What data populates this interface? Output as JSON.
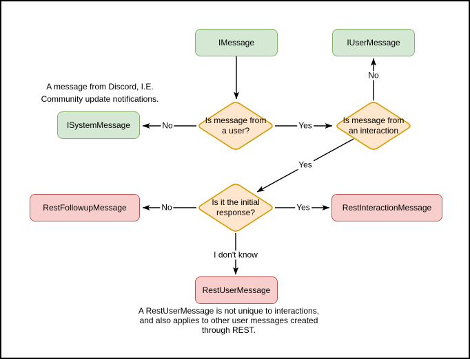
{
  "palette": {
    "canvas-bg": "#ffffff",
    "canvas-border": "#000000",
    "line": "#000000",
    "text": "#000000",
    "green-fill": "#d5e8d4",
    "green-stroke": "#82b366",
    "orange-fill": "#ffe6cc",
    "orange-stroke": "#d79b00",
    "red-fill": "#f8cecc",
    "red-stroke": "#b85450"
  },
  "nodes": {
    "imessage": {
      "label": "IMessage"
    },
    "iusermessage": {
      "label": "IUserMessage"
    },
    "isystemmessage": {
      "label": "ISystemMessage"
    },
    "check_user": {
      "label": "Is message from\na user?"
    },
    "check_interaction": {
      "label": "Is message from\nan interaction"
    },
    "check_initial": {
      "label": "Is it the initial\nresponse?"
    },
    "restfollowupmessage": {
      "label": "RestFollowupMessage"
    },
    "restinteractionmessage": {
      "label": "RestInteractionMessage"
    },
    "restusermessage": {
      "label": "RestUserMessage"
    }
  },
  "edges": {
    "user_no": {
      "label": "No"
    },
    "user_yes": {
      "label": "Yes"
    },
    "interaction_no": {
      "label": "No"
    },
    "interaction_yes": {
      "label": "Yes"
    },
    "initial_no": {
      "label": "No"
    },
    "initial_yes": {
      "label": "Yes"
    },
    "initial_unknown": {
      "label": "I don't know"
    }
  },
  "annotations": {
    "system_note": "A message from Discord, I.E.\nCommunity update notifications.",
    "restuser_note": "A RestUserMessage is not unique to interactions,\nand also applies to other user messages created\nthrough REST."
  }
}
